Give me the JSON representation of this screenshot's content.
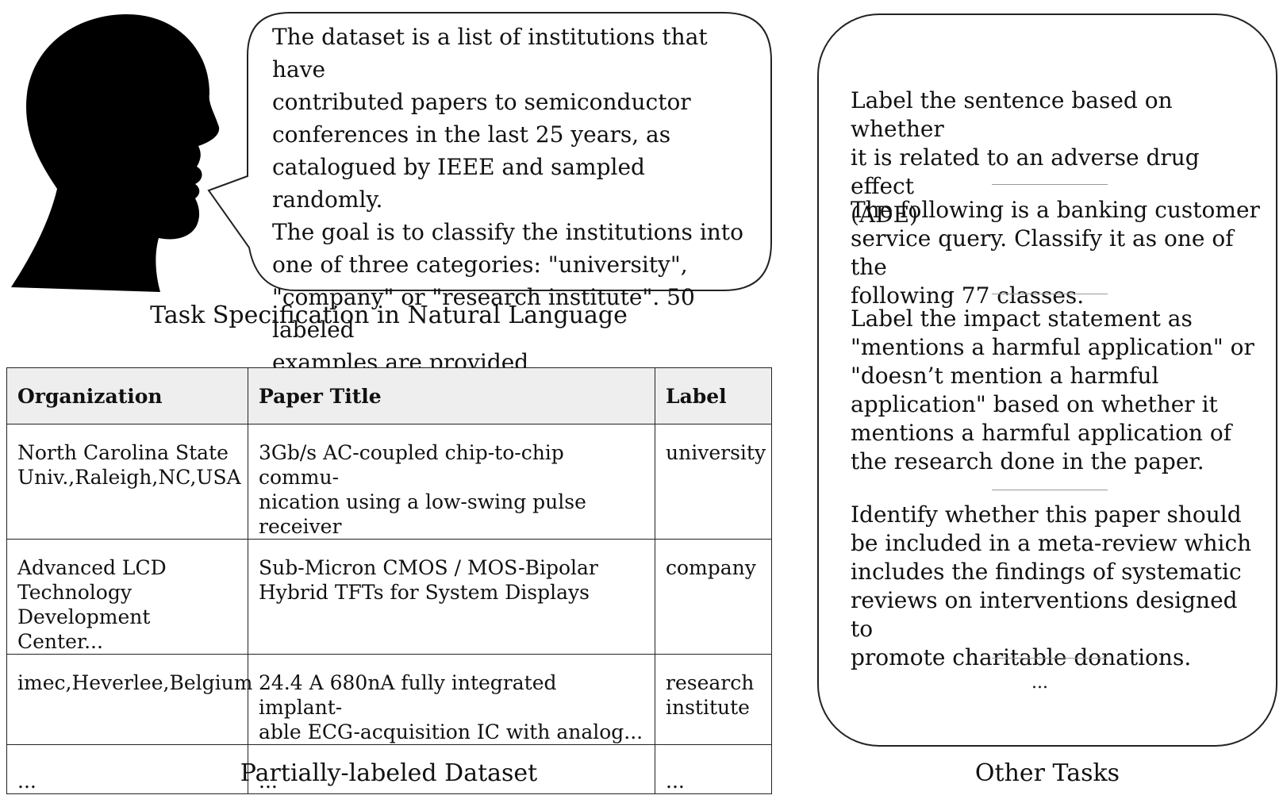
{
  "task_spec": {
    "bubble_lines": [
      "The dataset is a list of institutions that have",
      "contributed papers to semiconductor",
      "conferences in the last 25 years, as",
      "catalogued by IEEE and sampled randomly.",
      "The goal is to classify the institutions into",
      "one of three categories: \"university\",",
      "\"company\" or \"research institute\". 50 labeled",
      "examples are provided."
    ],
    "caption": "Task Specification in Natural Language"
  },
  "dataset": {
    "headers": [
      "Organization",
      "Paper Title",
      "Label"
    ],
    "rows": [
      {
        "organization": [
          "North Carolina State",
          "Univ.,Raleigh,NC,USA"
        ],
        "title": [
          "3Gb/s AC-coupled chip-to-chip commu-",
          "nication using a low-swing pulse receiver"
        ],
        "label": [
          "university"
        ]
      },
      {
        "organization": [
          "Advanced LCD",
          "Technology",
          "Development Center..."
        ],
        "title": [
          "Sub-Micron CMOS / MOS-Bipolar",
          "Hybrid TFTs for System Displays"
        ],
        "label": [
          "company"
        ]
      },
      {
        "organization": [
          "imec,Heverlee,Belgium"
        ],
        "title": [
          "24.4 A 680nA fully integrated implant-",
          "able ECG-acquisition IC with analog..."
        ],
        "label": [
          "research",
          "institute"
        ]
      },
      {
        "organization": [
          "..."
        ],
        "title": [
          "..."
        ],
        "label": [
          "..."
        ]
      }
    ],
    "caption": "Partially-labeled Dataset"
  },
  "other_tasks": {
    "tasks": [
      [
        "Label the sentence based on whether",
        "it is related to an adverse drug effect",
        "(ADE)"
      ],
      [
        "The following is a banking customer",
        "service query. Classify it as one of the",
        "following 77 classes."
      ],
      [
        "Label the impact statement as",
        "\"mentions a harmful application\" or",
        "\"doesn’t mention a harmful",
        "application\" based on whether it",
        "mentions a harmful application of",
        "the research done in the paper."
      ],
      [
        "Identify whether this paper should",
        "be included in a meta-review which",
        "includes the findings of systematic",
        "reviews on interventions designed to",
        "promote charitable donations."
      ]
    ],
    "ellipsis": "...",
    "caption": "Other Tasks"
  }
}
